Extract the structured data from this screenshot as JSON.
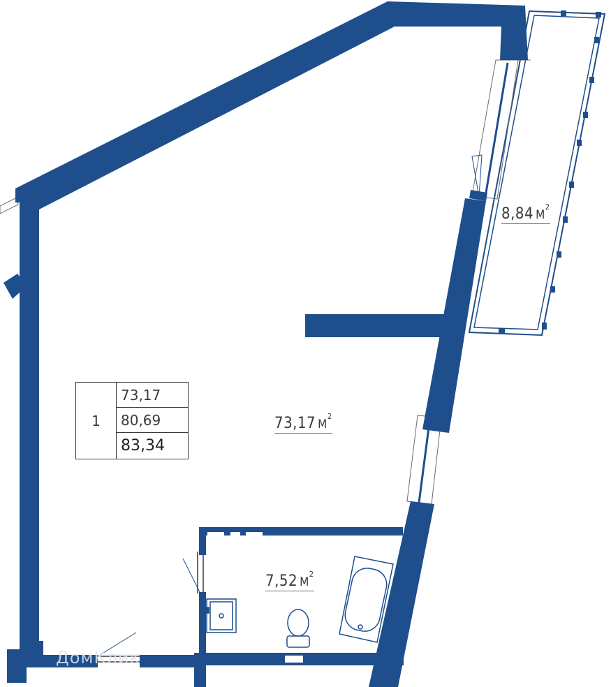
{
  "colors": {
    "wall": "#1f4e8c",
    "line": "#6b6b6b",
    "text": "#3a3a3a"
  },
  "plan": {
    "main_room_area": "73,17",
    "bathroom_area": "7,52",
    "balcony_area": "8,84",
    "unit_symbol": "М",
    "unit_power": "2"
  },
  "summary": {
    "rooms": "1",
    "living_area": "73,17",
    "total_area": "80,69",
    "total_with_balcony": "83,34"
  },
  "watermark": "ДомКлик"
}
